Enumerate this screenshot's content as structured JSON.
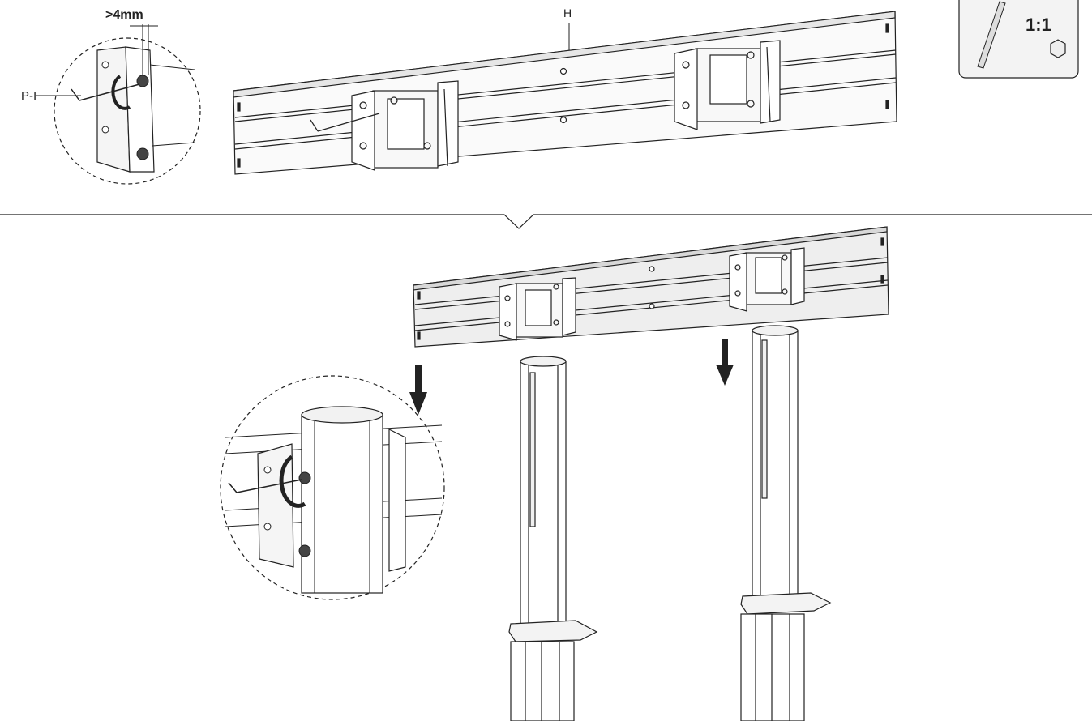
{
  "labels": {
    "part_h": "H",
    "part_pi": "P-I",
    "gap": ">4mm",
    "scale": "1:1"
  },
  "icons": {
    "tool_box": "allen-key-scale-icon",
    "hex": "hex-nut-icon",
    "arrow": "down-arrow-icon",
    "rotate": "rotate-arrow-icon"
  },
  "colors": {
    "line": "#222222",
    "rail_fill": "#ebebeb",
    "panel_fill": "#f3f3f3"
  }
}
